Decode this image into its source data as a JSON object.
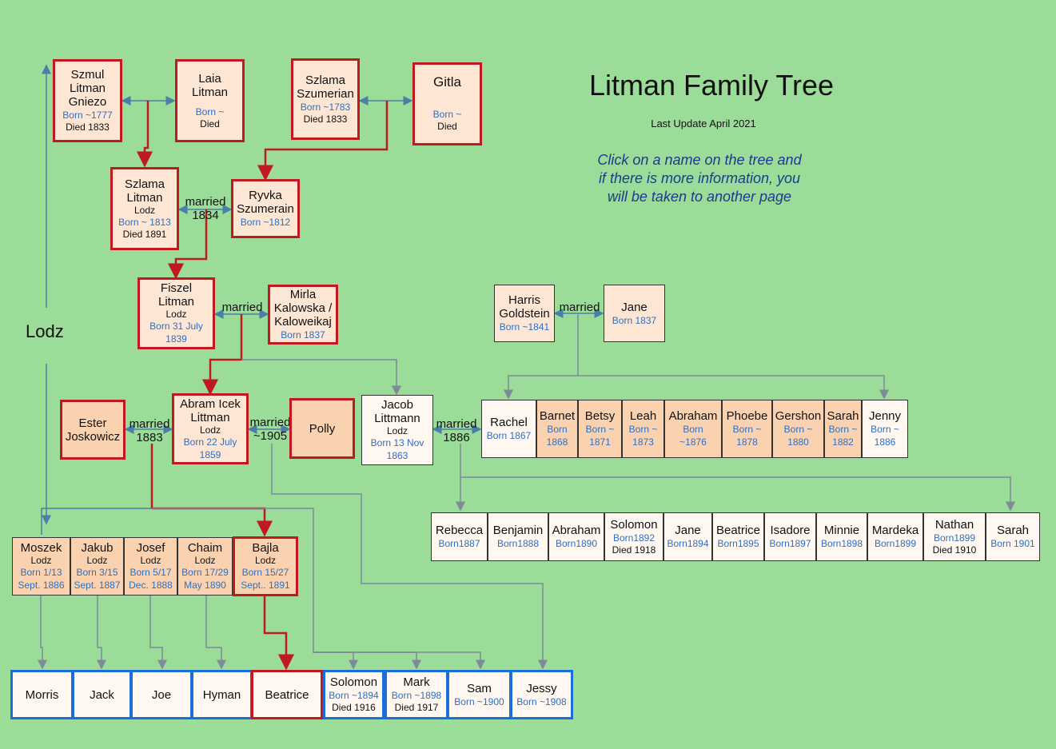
{
  "title": "Litman Family Tree",
  "last_update": "Last Update April 2021",
  "instructions": "Click on a name on the tree and\n if there is more information, you\nwill be taken to another page",
  "side_label": "Lodz",
  "colors": {
    "background": "#9bdc98",
    "box_fill": "#fde6d4",
    "red_border": "#c0191f",
    "blue_border": "#1a6fd6",
    "born_text": "#2f6fc0",
    "line_blue": "#4a7fa8"
  },
  "gen1": {
    "szmul": {
      "name": "Szmul\nLitman\nGniezo",
      "born": "Born ~1777",
      "died": "Died 1833"
    },
    "laia": {
      "name": "Laia\nLitman",
      "born": "Born ~",
      "died": "Died"
    },
    "szlama_sz": {
      "name": "Szlama\nSzumerian",
      "born": "Born ~1783",
      "died": "Died 1833"
    },
    "gitla": {
      "name": "Gitla",
      "born": "Born ~",
      "died": "Died"
    }
  },
  "gen2": {
    "szlama": {
      "name": "Szlama\nLitman",
      "loc": "Lodz",
      "born": "Born ~ 1813",
      "died": "Died 1891"
    },
    "ryvka": {
      "name": "Ryvka\nSzumerain",
      "born": "Born ~1812"
    },
    "married": "married\n1834"
  },
  "gen3": {
    "fiszel": {
      "name": "Fiszel\nLitman",
      "loc": "Lodz",
      "born": "Born 31 July\n1839"
    },
    "mirla": {
      "name": "Mirla\nKalowska /\nKaloweikaj",
      "born": "Born 1837"
    },
    "married": "married"
  },
  "goldstein": {
    "harris": {
      "name": "Harris\nGoldstein",
      "born": "Born ~1841"
    },
    "jane": {
      "name": "Jane",
      "born": "Born 1837"
    },
    "married": "married"
  },
  "gen4": {
    "ester": {
      "name": "Ester\nJoskowicz"
    },
    "abram": {
      "name": "Abram Icek\nLittman",
      "loc": "Lodz",
      "born": "Born 22 July\n1859"
    },
    "polly": {
      "name": "Polly"
    },
    "jacob": {
      "name": "Jacob\nLittmann",
      "loc": "Lodz",
      "born": "Born 13 Nov\n1863"
    },
    "married_ester": "married\n1883",
    "married_polly": "married\n~1905",
    "married_rachel": "married\n1886"
  },
  "goldstein_children": [
    {
      "name": "Rachel",
      "born": "Born 1867"
    },
    {
      "name": "Barnet",
      "born": "Born\n1868"
    },
    {
      "name": "Betsy",
      "born": "Born ~\n1871"
    },
    {
      "name": "Leah",
      "born": "Born ~\n1873"
    },
    {
      "name": "Abraham",
      "born": "Born\n~1876"
    },
    {
      "name": "Phoebe",
      "born": "Born ~\n1878"
    },
    {
      "name": "Gershon",
      "born": "Born ~\n1880"
    },
    {
      "name": "Sarah",
      "born": "Born ~\n1882"
    },
    {
      "name": "Jenny",
      "born": "Born ~\n1886"
    }
  ],
  "jacob_children": [
    {
      "name": "Rebecca",
      "born": "Born1887"
    },
    {
      "name": "Benjamin",
      "born": "Born1888"
    },
    {
      "name": "Abraham",
      "born": "Born1890"
    },
    {
      "name": "Solomon",
      "born": "Born1892",
      "died": "Died 1918"
    },
    {
      "name": "Jane",
      "born": "Born1894"
    },
    {
      "name": "Beatrice",
      "born": "Born1895"
    },
    {
      "name": "Isadore",
      "born": "Born1897"
    },
    {
      "name": "Minnie",
      "born": "Born1898"
    },
    {
      "name": "Mardeka",
      "born": "Born1899"
    },
    {
      "name": "Nathan",
      "born": "Born1899",
      "died": "Died 1910"
    },
    {
      "name": "Sarah",
      "born": "Born 1901"
    }
  ],
  "abram_children": [
    {
      "name": "Moszek",
      "loc": "Lodz",
      "born": "Born 1/13\nSept. 1886"
    },
    {
      "name": "Jakub",
      "loc": "Lodz",
      "born": "Born 3/15\nSept. 1887"
    },
    {
      "name": "Josef",
      "loc": "Lodz",
      "born": "Born 5/17\nDec. 1888"
    },
    {
      "name": "Chaim",
      "loc": "Lodz",
      "born": "Born 17/29\nMay 1890"
    },
    {
      "name": "Bajla",
      "loc": "Lodz",
      "born": "Born 15/27\nSept.. 1891"
    }
  ],
  "bottom_row": [
    {
      "name": "Morris"
    },
    {
      "name": "Jack"
    },
    {
      "name": "Joe"
    },
    {
      "name": "Hyman"
    },
    {
      "name": "Beatrice"
    },
    {
      "name": "Solomon",
      "born": "Born ~1894",
      "died": "Died 1916"
    },
    {
      "name": "Mark",
      "born": "Born ~1898",
      "died": "Died 1917"
    },
    {
      "name": "Sam",
      "born": "Born ~1900"
    },
    {
      "name": "Jessy",
      "born": "Born ~1908"
    }
  ]
}
